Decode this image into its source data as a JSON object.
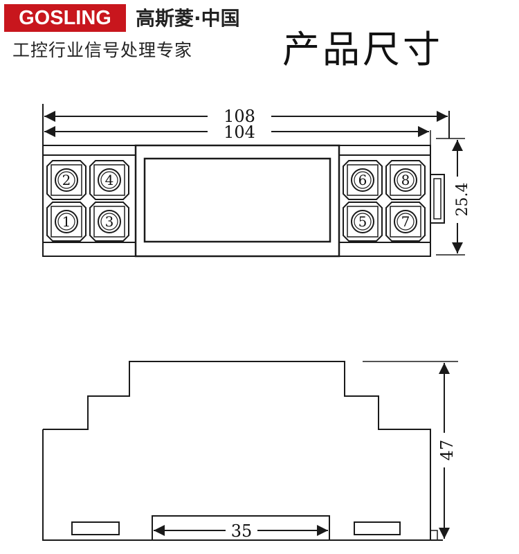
{
  "header": {
    "brand": "GOSLING",
    "brand_cn": "高斯菱·中国",
    "slogan": "工控行业信号处理专家",
    "page_title": "产品尺寸"
  },
  "dimensions": {
    "overall_width": "108",
    "body_width": "104",
    "height_top_view": "25.4",
    "height_side_view": "47",
    "rail_width": "35"
  },
  "terminals": {
    "left_top": [
      "2",
      "4"
    ],
    "left_bottom": [
      "1",
      "3"
    ],
    "right_top": [
      "6",
      "8"
    ],
    "right_bottom": [
      "5",
      "7"
    ]
  },
  "colors": {
    "brand_red": "#c8161d",
    "line": "#1a1a1a"
  }
}
